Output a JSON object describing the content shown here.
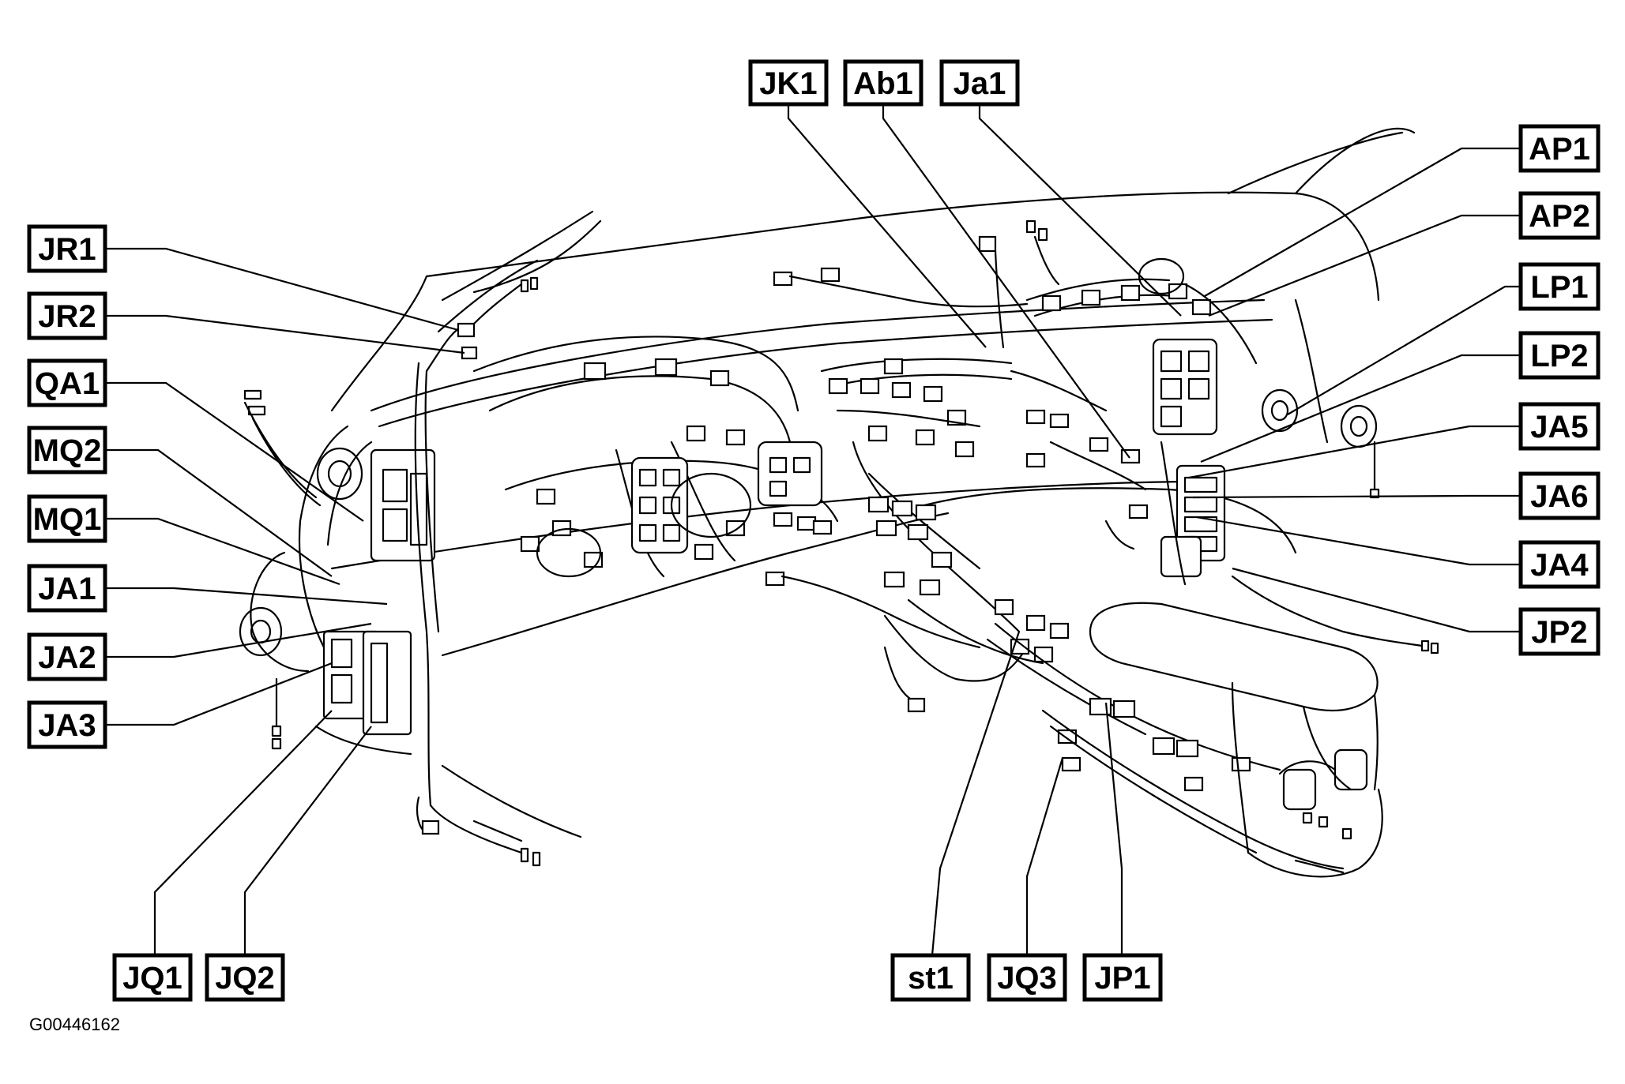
{
  "figure_id": "G00446162",
  "callouts": {
    "JK1": "JK1",
    "Ab1": "Ab1",
    "Ja1": "Ja1",
    "AP1": "AP1",
    "AP2": "AP2",
    "LP1": "LP1",
    "LP2": "LP2",
    "JA5": "JA5",
    "JA6": "JA6",
    "JA4": "JA4",
    "JP2": "JP2",
    "JR1": "JR1",
    "JR2": "JR2",
    "QA1": "QA1",
    "MQ2": "MQ2",
    "MQ1": "MQ1",
    "JA1": "JA1",
    "JA2": "JA2",
    "JA3": "JA3",
    "JQ1": "JQ1",
    "JQ2": "JQ2",
    "st1": "st1",
    "JQ3": "JQ3",
    "JP1": "JP1"
  }
}
